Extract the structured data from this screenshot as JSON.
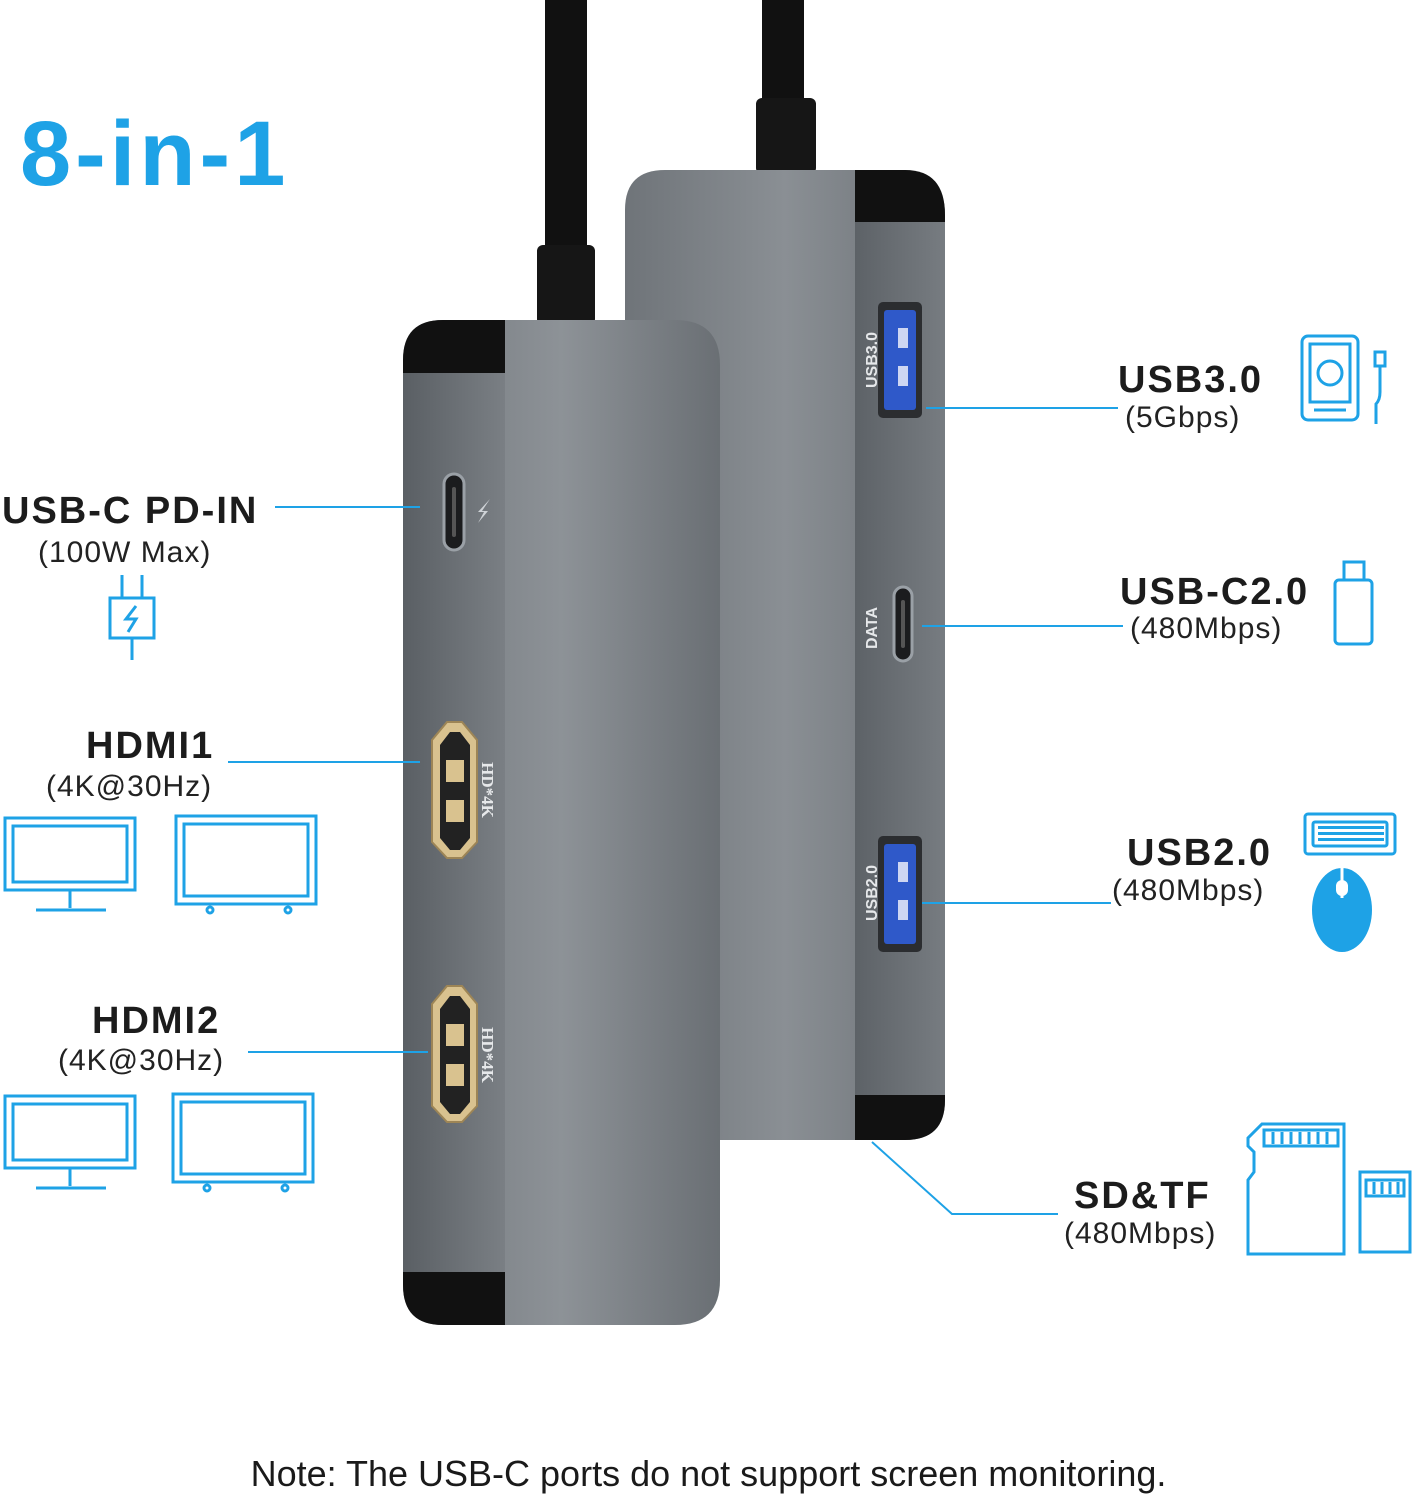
{
  "title": "8-in-1",
  "ports": {
    "usb_c_pd": {
      "name": "USB-C PD-IN",
      "spec": "(100W Max)"
    },
    "hdmi1": {
      "name": "HDMI1",
      "spec": "(4K@30Hz)"
    },
    "hdmi2": {
      "name": "HDMI2",
      "spec": "(4K@30Hz)"
    },
    "usb30": {
      "name": "USB3.0",
      "spec": "(5Gbps)"
    },
    "usb_c20": {
      "name": "USB-C2.0",
      "spec": "(480Mbps)"
    },
    "usb20": {
      "name": "USB2.0",
      "spec": "(480Mbps)"
    },
    "sdtf": {
      "name": "SD&TF",
      "spec": "(480Mbps)"
    }
  },
  "device_markings": {
    "usb30_label": "USB3.0",
    "data_label": "DATA",
    "usb20_label": "USB2.0",
    "hdmi1_label": "HD*4K",
    "hdmi2_label": "HD*4K"
  },
  "note": "Note: The USB-C ports do not support screen monitoring.",
  "colors": {
    "accent": "#1ea2e6",
    "device_body": "#7e8388",
    "usb_blue": "#2f59c9"
  },
  "icons": [
    "power-plug-icon",
    "monitor-icon",
    "tv-icon",
    "external-drive-icon",
    "usb-flash-drive-icon",
    "keyboard-icon",
    "mouse-icon",
    "sd-card-icon",
    "micro-sd-card-icon",
    "lightning-icon"
  ]
}
